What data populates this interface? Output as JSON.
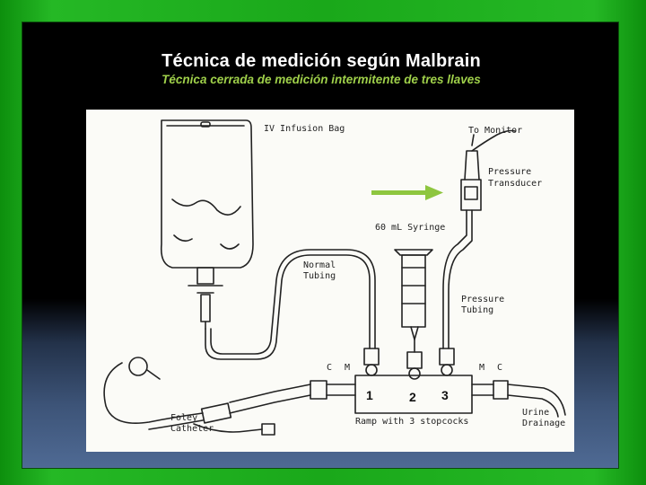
{
  "slide": {
    "title": "Técnica de medición según Malbrain",
    "subtitle": "Técnica cerrada de medición intermitente de tres llaves"
  },
  "diagram": {
    "labels": {
      "iv_bag": "IV Infusion Bag",
      "to_monitor": "To Monitor",
      "transducer_1": "Pressure",
      "transducer_2": "Transducer",
      "syringe": "60 mL Syringe",
      "normal_1": "Normal",
      "normal_2": "Tubing",
      "pressure_1": "Pressure",
      "pressure_2": "Tubing",
      "c_left": "C",
      "m_left": "M",
      "m_right": "M",
      "c_right": "C",
      "foley_1": "Foley",
      "foley_2": "Catheter",
      "ramp": "Ramp with 3 stopcocks",
      "urine_1": "Urine",
      "urine_2": "Drainage"
    },
    "stopcocks": [
      "1",
      "2",
      "3"
    ],
    "colors": {
      "arrow": "#8ec63f",
      "line": "#222222",
      "paper": "#fbfbf7"
    }
  }
}
